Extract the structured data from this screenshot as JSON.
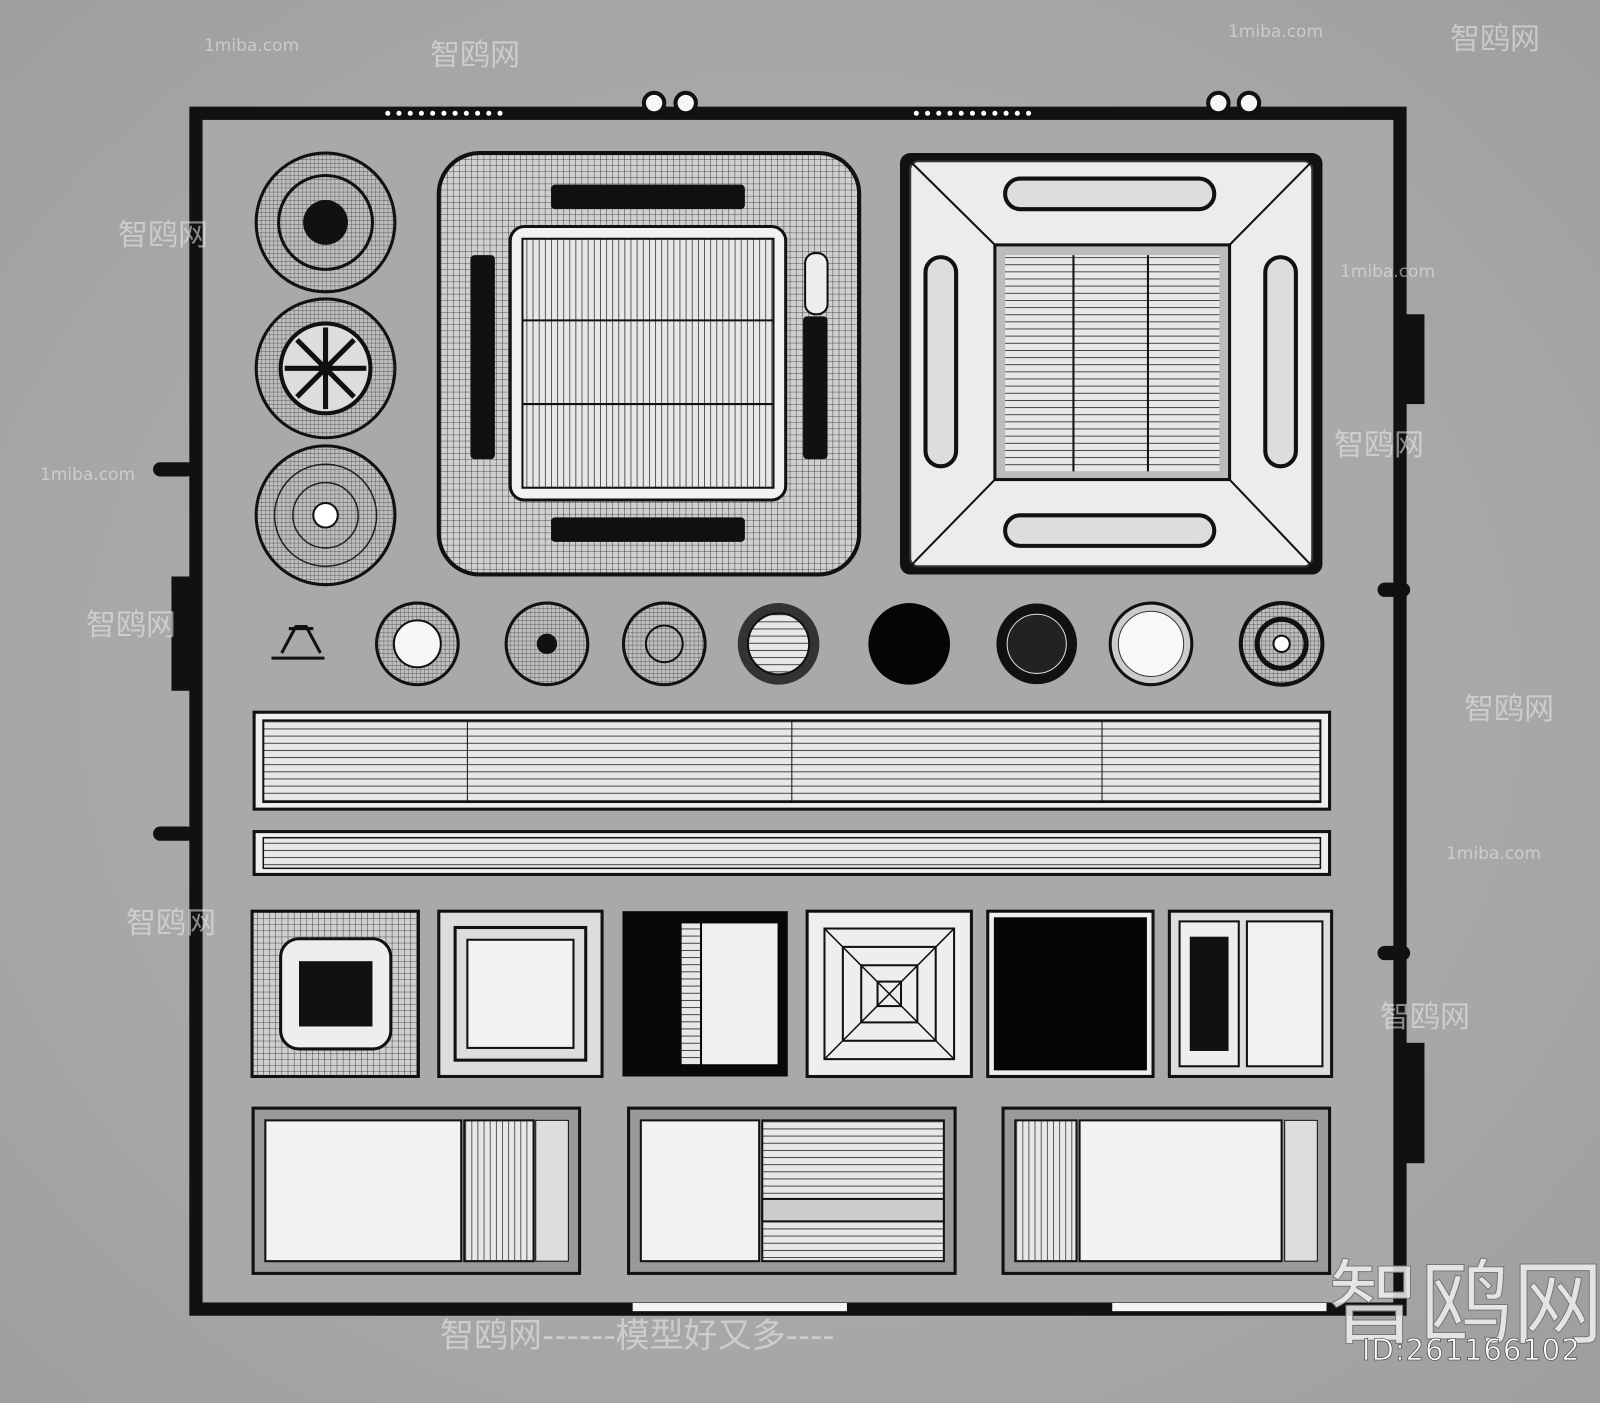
{
  "watermarks": {
    "site": "1miba.com",
    "brand": "智鸥网",
    "slogan": "智鸥网------模型好又多----",
    "brand_large": "智鸥网",
    "id_label": "ID:261166102"
  },
  "colors": {
    "background": "#a8a8a8",
    "frame": "#111111",
    "panel": "#f0f0f0"
  }
}
